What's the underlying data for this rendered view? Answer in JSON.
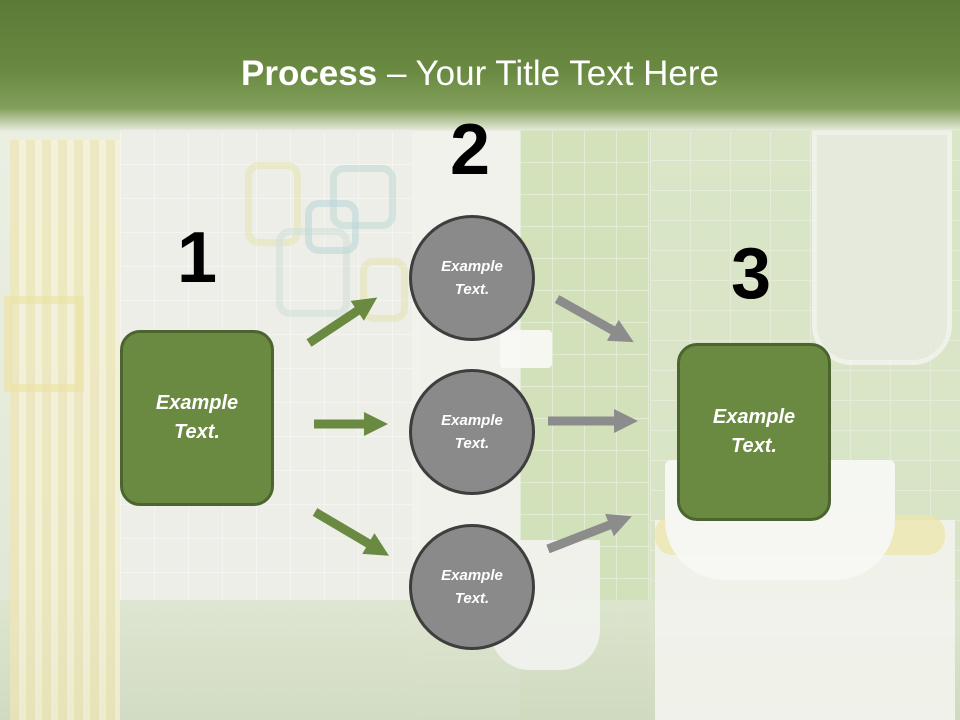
{
  "title": {
    "bold": "Process",
    "rest": " – Your Title Text Here"
  },
  "colors": {
    "header": "#6a8a42",
    "box_fill": "#6a8a42",
    "circle_fill": "#8a8a8a",
    "arrow_green": "#6a8a42",
    "arrow_gray": "#8c8c8c"
  },
  "steps": [
    {
      "number": "1",
      "items": [
        {
          "text": "Example Text."
        }
      ]
    },
    {
      "number": "2",
      "items": [
        {
          "text": "Example Text."
        },
        {
          "text": "Example Text."
        },
        {
          "text": "Example Text."
        }
      ]
    },
    {
      "number": "3",
      "items": [
        {
          "text": "Example Text."
        }
      ]
    }
  ]
}
